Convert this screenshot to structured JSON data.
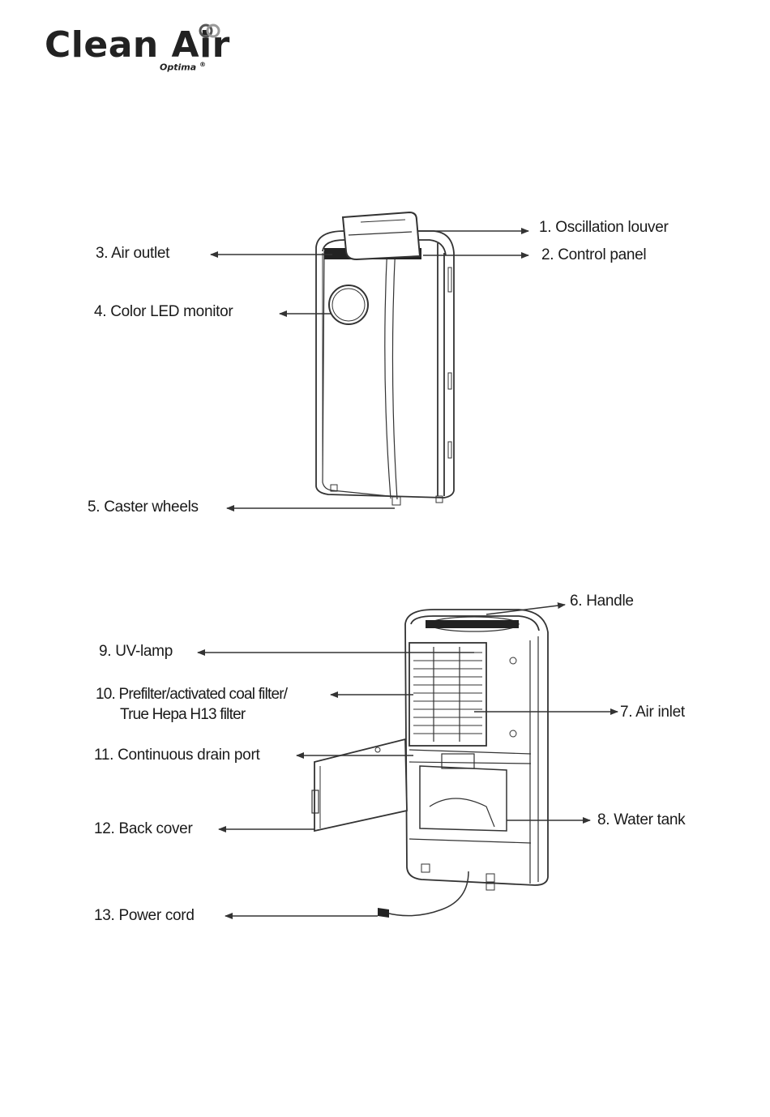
{
  "logo": {
    "brand": "Clean Air",
    "sub": "Optima",
    "reg": "®"
  },
  "labels": {
    "l1": "1. Oscillation louver",
    "l2": "2. Control panel",
    "l3": "3.  Air outlet",
    "l4": "4. Color LED monitor",
    "l5": "5. Caster wheels",
    "l6": "6. Handle",
    "l7": "7. Air inlet",
    "l8": "8. Water tank",
    "l9": "9. UV-lamp",
    "l10a": "10. Prefilter/activated coal filter/",
    "l10b": "True Hepa H13 filter",
    "l11": "11. Continuous drain port",
    "l12": "12. Back cover",
    "l13": "13. Power cord"
  }
}
